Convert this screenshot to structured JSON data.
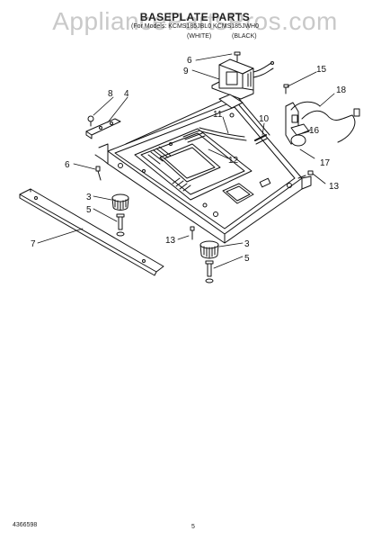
{
  "watermark": "AppliancePartsPros.com",
  "header": {
    "title": "BASEPLATE PARTS",
    "models": "(For Models: KCMS185JBL0 KCMS185JWH0",
    "color_black": "(BLACK)",
    "color_white": "(WHITE)"
  },
  "callouts": [
    "6",
    "9",
    "8",
    "4",
    "15",
    "18",
    "11",
    "10",
    "16",
    "12",
    "6",
    "17",
    "13",
    "3",
    "5",
    "7",
    "13",
    "3",
    "5"
  ],
  "footer": {
    "part_number": "4366598",
    "page": "5"
  }
}
